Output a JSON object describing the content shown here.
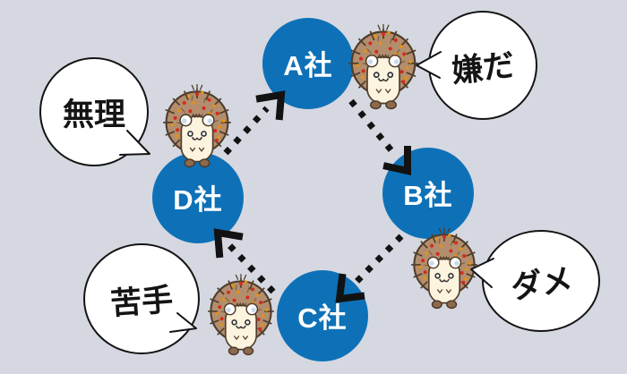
{
  "diagram": {
    "description": "Cycle diagram of four companies a hedgehog character dislikes, moving from one to the next",
    "colors": {
      "background": "#d5d8e1",
      "node_fill": "#0e71b8",
      "node_text": "#ffffff",
      "bubble_fill": "#ffffff",
      "outline": "#141414",
      "arrow": "#121212",
      "hedgehog_body": "#b28e6e",
      "hedgehog_face": "#fdf4df",
      "hedgehog_dot_red": "#d42a1c",
      "hedgehog_dot_orange": "#e6930e"
    },
    "nodes": [
      {
        "id": "a",
        "label": "A社"
      },
      {
        "id": "b",
        "label": "B社"
      },
      {
        "id": "c",
        "label": "C社"
      },
      {
        "id": "d",
        "label": "D社"
      }
    ],
    "bubbles": [
      {
        "id": "muri",
        "text": "無理",
        "speaker": "hedgehog-d"
      },
      {
        "id": "iyada",
        "text": "嫌だ",
        "speaker": "hedgehog-a"
      },
      {
        "id": "dame",
        "text": "ダメ",
        "speaker": "hedgehog-b"
      },
      {
        "id": "nigate",
        "text": "苦手",
        "speaker": "hedgehog-c"
      }
    ],
    "edges": [
      {
        "from": "A社",
        "to": "B社",
        "style": "dotted-arrow"
      },
      {
        "from": "B社",
        "to": "C社",
        "style": "dotted-arrow"
      },
      {
        "from": "C社",
        "to": "D社",
        "style": "dotted-arrow"
      },
      {
        "from": "D社",
        "to": "A社",
        "style": "dotted-arrow"
      }
    ],
    "characters": {
      "type": "hedgehog",
      "count": 4
    }
  }
}
